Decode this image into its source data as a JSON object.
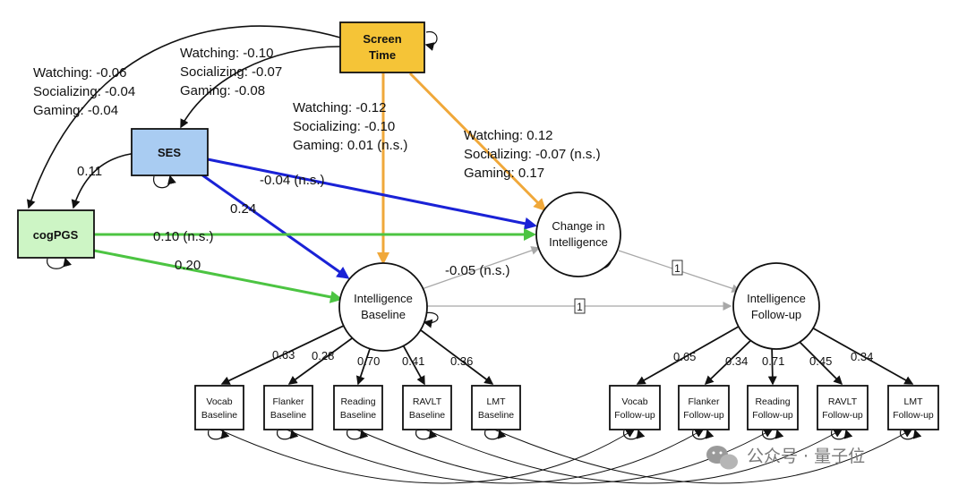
{
  "nodes": {
    "screen_time": [
      "Screen",
      "Time"
    ],
    "ses": "SES",
    "cogpgs": "cogPGS",
    "change": [
      "Change in",
      "Intelligence"
    ],
    "int_base": [
      "Intelligence",
      "Baseline"
    ],
    "int_follow": [
      "Intelligence",
      "Follow-up"
    ],
    "baseline_tests": [
      [
        "Vocab",
        "Baseline"
      ],
      [
        "Flanker",
        "Baseline"
      ],
      [
        "Reading",
        "Baseline"
      ],
      [
        "RAVLT",
        "Baseline"
      ],
      [
        "LMT",
        "Baseline"
      ]
    ],
    "followup_tests": [
      [
        "Vocab",
        "Follow-up"
      ],
      [
        "Flanker",
        "Follow-up"
      ],
      [
        "Reading",
        "Follow-up"
      ],
      [
        "RAVLT",
        "Follow-up"
      ],
      [
        "LMT",
        "Follow-up"
      ]
    ]
  },
  "paths": {
    "st_cog": [
      "Watching: -0.06",
      "Socializing: -0.04",
      "Gaming: -0.04"
    ],
    "st_ses": [
      "Watching: -0.10",
      "Socializing: -0.07",
      "Gaming: -0.08"
    ],
    "st_base": [
      "Watching: -0.12",
      "Socializing: -0.10",
      "Gaming: 0.01 (n.s.)"
    ],
    "st_change": [
      "Watching: 0.12",
      "Socializing: -0.07 (n.s.)",
      "Gaming: 0.17"
    ],
    "ses_cog": "0.11",
    "ses_change": "-0.04 (n.s.)",
    "ses_base": "0.24",
    "cog_change": "0.10 (n.s.)",
    "cog_base": "0.20",
    "base_change": "-0.05 (n.s.)",
    "fixed_one": "1"
  },
  "loadings": {
    "baseline": [
      "0.63",
      "0.28",
      "0.70",
      "0.41",
      "0.36"
    ],
    "followup": [
      "0.65",
      "0.34",
      "0.71",
      "0.45",
      "0.34"
    ]
  },
  "watermark": "公众号 · 量子位",
  "colors": {
    "screen_time_fill": "#f5c437",
    "ses_fill": "#a9ccf2",
    "cogpgs_fill": "#cdf5c5",
    "screen_time_path": "#f0a83a",
    "ses_path": "#1a22d6",
    "cogpgs_path": "#4cc442",
    "neutral_path": "#b0b0b0"
  }
}
